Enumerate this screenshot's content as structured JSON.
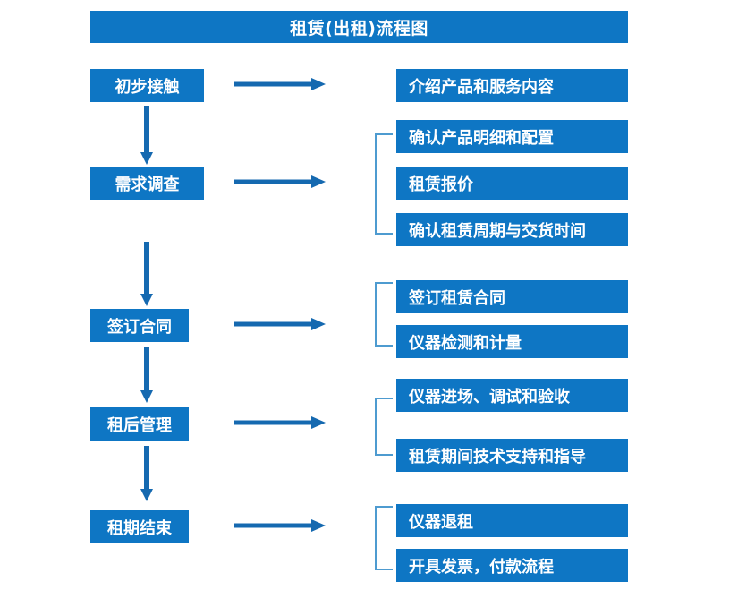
{
  "chart_data": {
    "type": "diagram",
    "title": "租赁(出租)流程图",
    "accent_color": "#0E76C4",
    "bracket_color": "#4E9BD0",
    "background": "#FFFFFF",
    "stages": [
      {
        "stage_label": "初步接触",
        "details": [
          "介绍产品和服务内容"
        ],
        "grouped": false
      },
      {
        "stage_label": "需求调查",
        "details": [
          "确认产品明细和配置",
          "租赁报价",
          "确认租赁周期与交货时间"
        ],
        "grouped": true
      },
      {
        "stage_label": "签订合同",
        "details": [
          "签订租赁合同",
          "仪器检测和计量"
        ],
        "grouped": true
      },
      {
        "stage_label": "租后管理",
        "details": [
          "仪器进场、调试和验收",
          "租赁期间技术支持和指导"
        ],
        "grouped": true
      },
      {
        "stage_label": "租期结束",
        "details": [
          "仪器退租",
          "开具发票，付款流程"
        ],
        "grouped": true
      }
    ]
  },
  "header": {
    "title": "租赁(出租)流程图"
  },
  "flow": {
    "stage_1": {
      "label": "初步接触",
      "detail_1": "介绍产品和服务内容"
    },
    "stage_2": {
      "label": "需求调查",
      "detail_1": "确认产品明细和配置",
      "detail_2": "租赁报价",
      "detail_3": "确认租赁周期与交货时间"
    },
    "stage_3": {
      "label": "签订合同",
      "detail_1": "签订租赁合同",
      "detail_2": "仪器检测和计量"
    },
    "stage_4": {
      "label": "租后管理",
      "detail_1": "仪器进场、调试和验收",
      "detail_2": "租赁期间技术支持和指导"
    },
    "stage_5": {
      "label": "租期结束",
      "detail_1": "仪器退租",
      "detail_2": "开具发票，付款流程"
    }
  },
  "icons": {
    "arrow_right": "arrow-right-icon",
    "arrow_down": "arrow-down-icon",
    "bracket": "group-bracket-icon"
  }
}
